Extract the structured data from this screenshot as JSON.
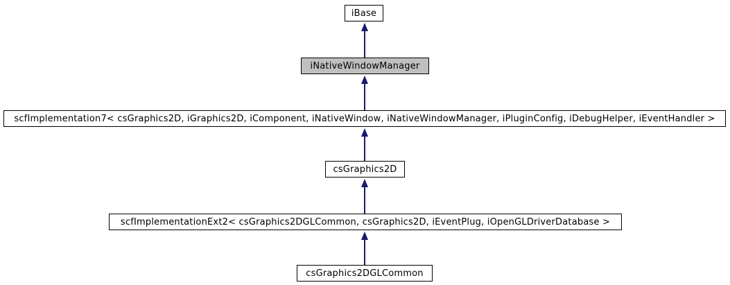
{
  "diagram": {
    "kind": "class-inheritance-graph",
    "colors": {
      "background": "#ffffff",
      "node_border": "#000000",
      "node_fill": "#ffffff",
      "highlighted_node_fill": "#bfbfbf",
      "edge_color": "#191970",
      "text_color": "#000000"
    },
    "nodes": [
      {
        "label": "iBase",
        "highlighted": false
      },
      {
        "label": "iNativeWindowManager",
        "highlighted": true
      },
      {
        "label": "scfImplementation7< csGraphics2D, iGraphics2D, iComponent, iNativeWindow, iNativeWindowManager, iPluginConfig, iDebugHelper, iEventHandler >",
        "highlighted": false
      },
      {
        "label": "csGraphics2D",
        "highlighted": false
      },
      {
        "label": "scfImplementationExt2< csGraphics2DGLCommon, csGraphics2D, iEventPlug, iOpenGLDriverDatabase >",
        "highlighted": false
      },
      {
        "label": "csGraphics2DGLCommon",
        "highlighted": false
      }
    ],
    "edges": [
      {
        "from": "iNativeWindowManager",
        "to": "iBase",
        "relation": "inherits"
      },
      {
        "from": "scfImplementation7< csGraphics2D, iGraphics2D, iComponent, iNativeWindow, iNativeWindowManager, iPluginConfig, iDebugHelper, iEventHandler >",
        "to": "iNativeWindowManager",
        "relation": "inherits"
      },
      {
        "from": "csGraphics2D",
        "to": "scfImplementation7< csGraphics2D, iGraphics2D, iComponent, iNativeWindow, iNativeWindowManager, iPluginConfig, iDebugHelper, iEventHandler >",
        "relation": "inherits"
      },
      {
        "from": "scfImplementationExt2< csGraphics2DGLCommon, csGraphics2D, iEventPlug, iOpenGLDriverDatabase >",
        "to": "csGraphics2D",
        "relation": "inherits"
      },
      {
        "from": "csGraphics2DGLCommon",
        "to": "scfImplementationExt2< csGraphics2DGLCommon, csGraphics2D, iEventPlug, iOpenGLDriverDatabase >",
        "relation": "inherits"
      }
    ]
  }
}
